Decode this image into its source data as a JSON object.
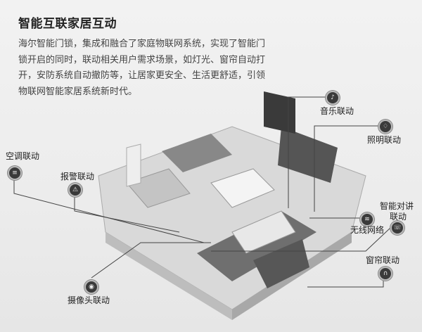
{
  "header": {
    "title": "智能互联家居互动",
    "description": "海尔智能门锁，集成和融合了家庭物联网系统，实现了智能门锁开启的同时，联动相关用户需求场景，如灯光、窗帘自动打开，安防系统自动撤防等，让居家更安全、生活更舒适，引领物联网智能家居系统新时代。"
  },
  "features": {
    "music": {
      "label": "音乐联动",
      "icon": "music-note-icon"
    },
    "lighting": {
      "label": "照明联动",
      "icon": "lamp-icon"
    },
    "intercom": {
      "label_line1": "智能对讲",
      "label_line2": "联动",
      "icon": "intercom-icon"
    },
    "wifi": {
      "label": "无线网络",
      "icon": "wifi-icon"
    },
    "curtain": {
      "label": "窗帘联动",
      "icon": "curtain-icon"
    },
    "aircon": {
      "label": "空调联动",
      "icon": "air-conditioner-icon"
    },
    "alarm": {
      "label": "报警联动",
      "icon": "alarm-icon"
    },
    "camera": {
      "label": "摄像头联动",
      "icon": "camera-icon"
    }
  }
}
